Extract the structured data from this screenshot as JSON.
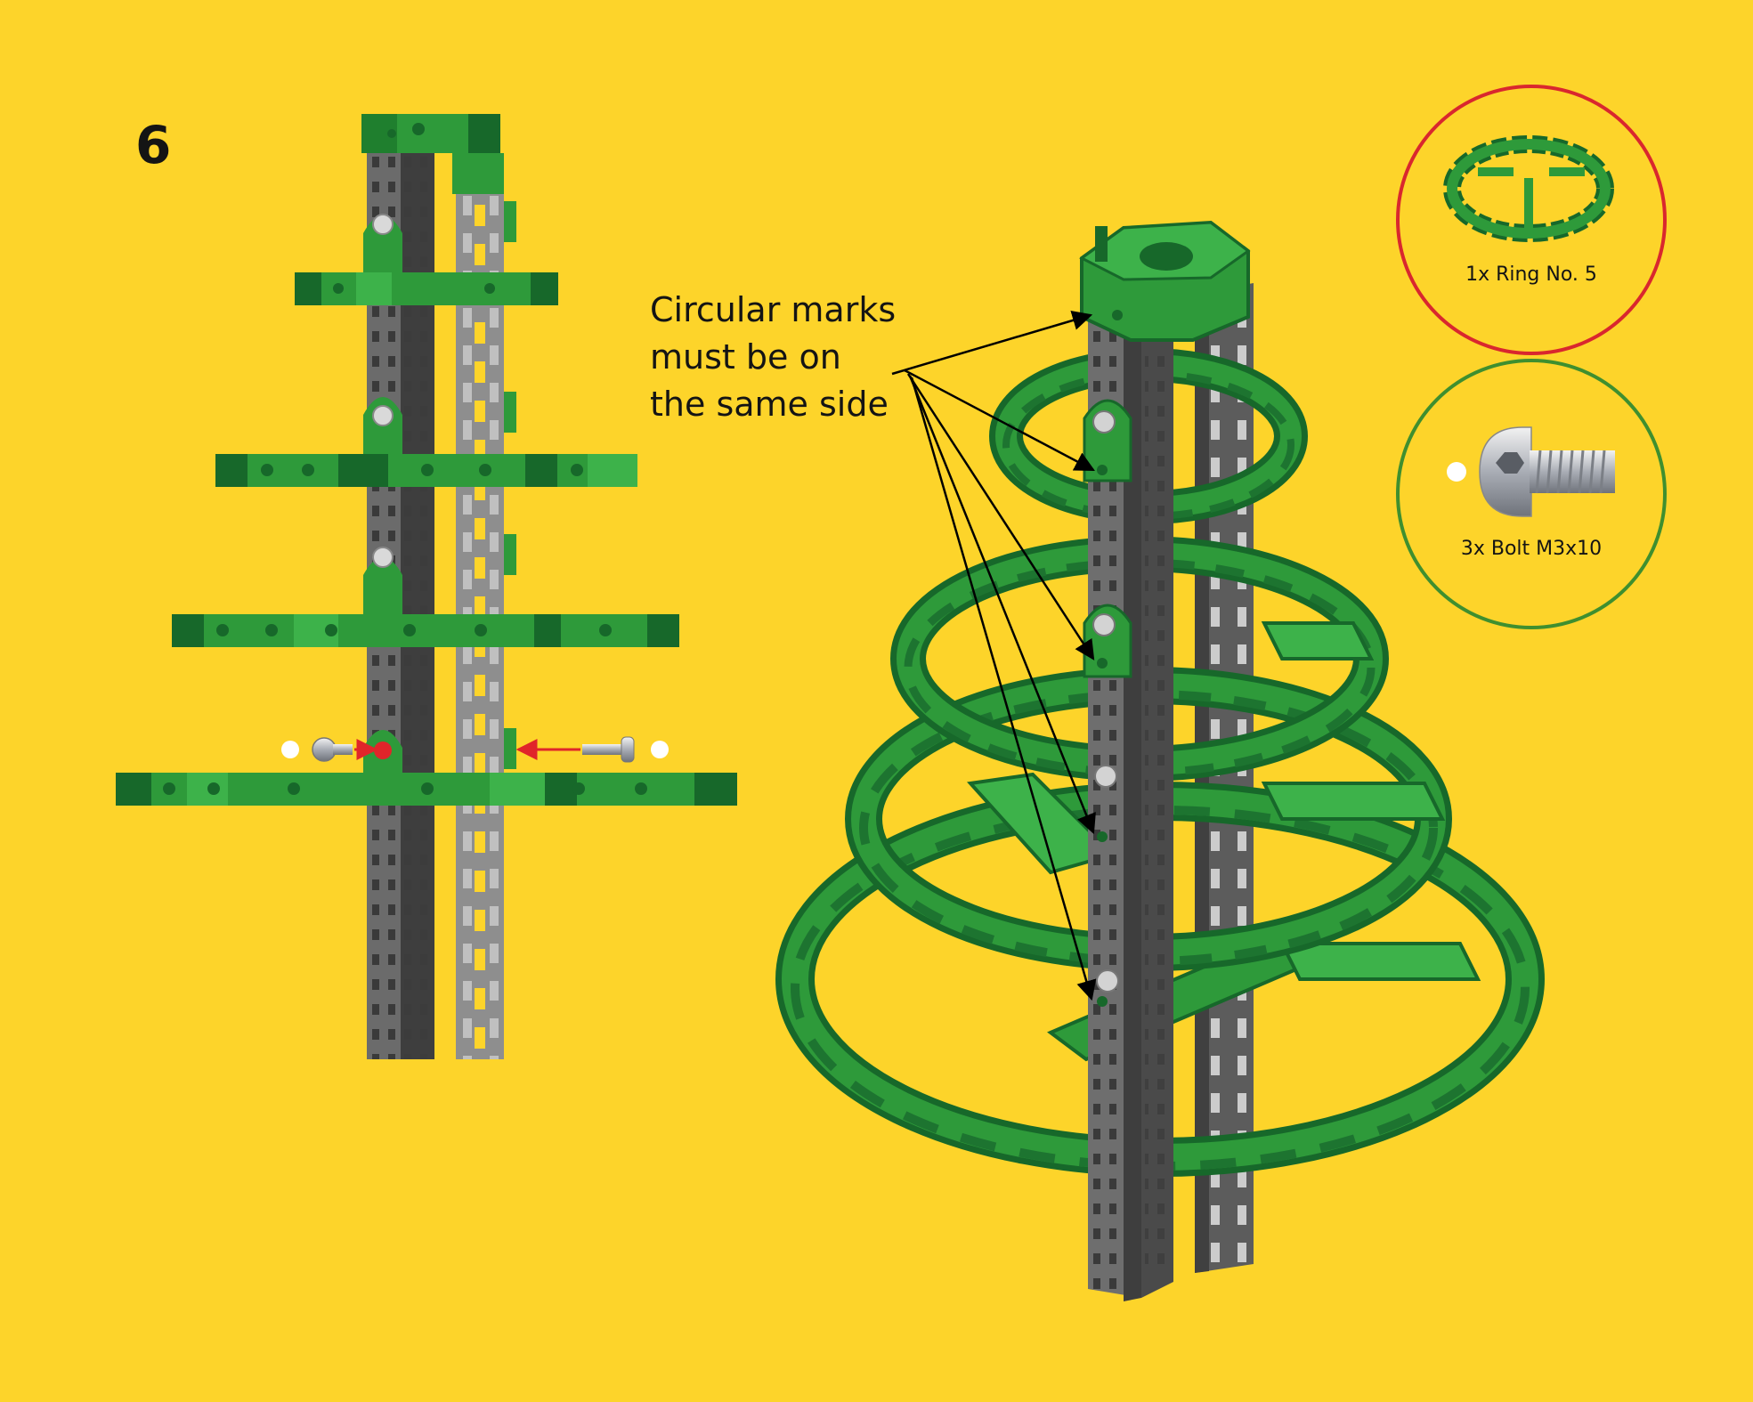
{
  "step": {
    "number": "6"
  },
  "callout": {
    "lines": [
      "Circular marks",
      "must be on",
      "the same side"
    ]
  },
  "parts": [
    {
      "label": "1x Ring No. 5",
      "ring_color": "#D9272E",
      "icon": "ring-part-icon"
    },
    {
      "label": "3x Bolt M3x10",
      "ring_color": "#3F8F2F",
      "icon": "bolt-part-icon"
    }
  ],
  "colors": {
    "background": "#FDD42A",
    "green": "#2E9A3A",
    "green_dark": "#17682A",
    "green_light": "#3DB24A",
    "rail_dark": "#5A5A5A",
    "rail_light": "#8E8E8E",
    "arrow_red": "#E0252A",
    "text": "#141414"
  }
}
